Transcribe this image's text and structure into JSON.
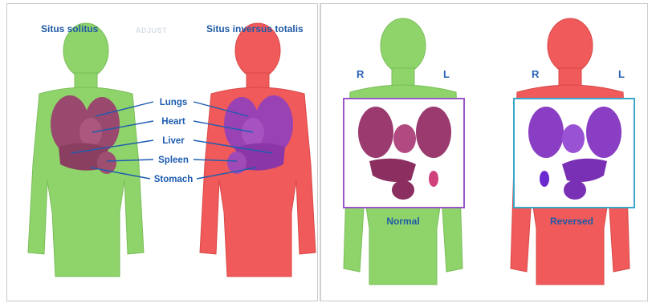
{
  "left": {
    "title_normal": "Situs solitus",
    "title_inversus": "Situs inversus totalis",
    "faint_text": "ADJUST",
    "organs": [
      "Lungs",
      "Heart",
      "Liver",
      "Spleen",
      "Stomach"
    ]
  },
  "right": {
    "side_right": "R",
    "side_left": "L",
    "caption_normal": "Normal",
    "caption_reversed": "Reversed"
  },
  "colors": {
    "green_body": "#8fd46b",
    "red_body": "#f05a5a",
    "organs_normal": "#9a3a6e",
    "organs_reversed": "#8a3ec4",
    "label_blue": "#1d5cb0"
  }
}
